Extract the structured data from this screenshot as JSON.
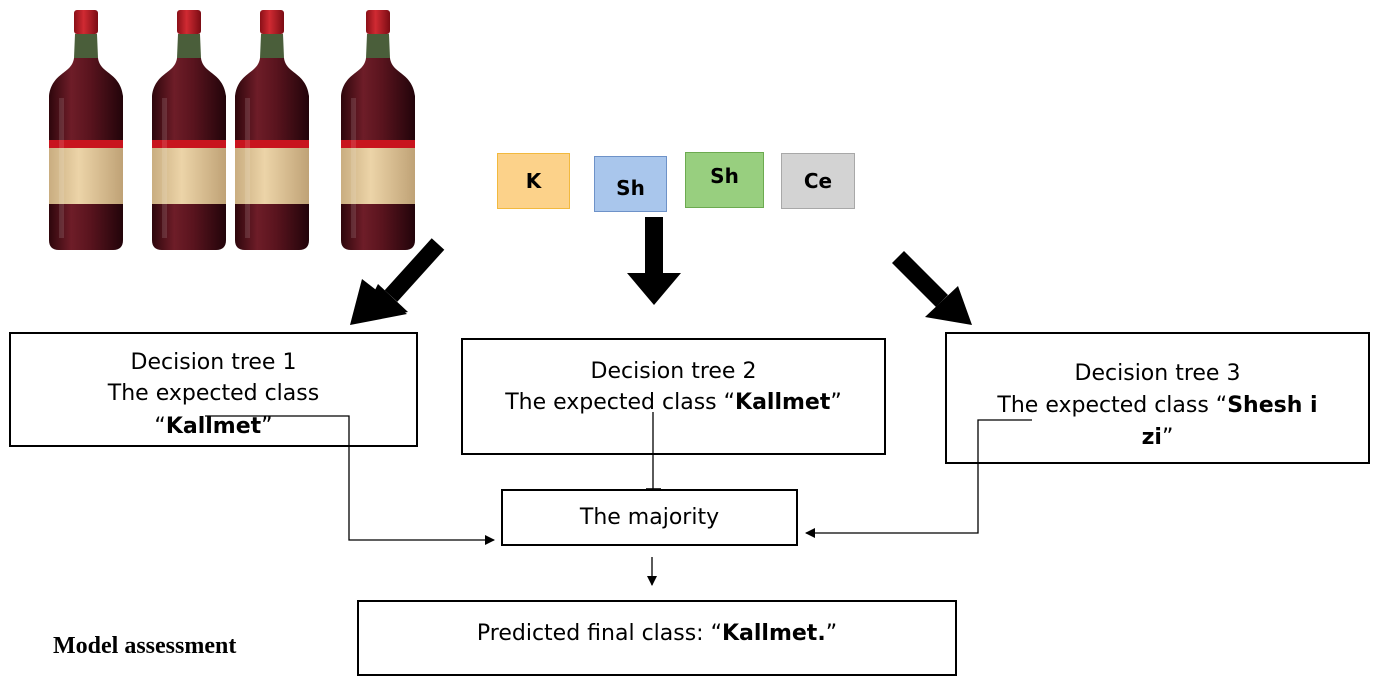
{
  "features": [
    {
      "label": "K",
      "color": "#fcd28a",
      "border": "#f2b93e"
    },
    {
      "label": "Sh",
      "color": "#a9c6ec",
      "border": "#6e92c8"
    },
    {
      "label": "Sh",
      "color": "#98cf7f",
      "border": "#6caa50"
    },
    {
      "label": "Ce",
      "color": "#d3d3d3",
      "border": "#a8a8a8"
    }
  ],
  "trees": [
    {
      "title": "Decision tree 1",
      "prefix": "The expected class",
      "open_quote": "“",
      "class_name": "Kallmet",
      "close_quote": "”"
    },
    {
      "title": "Decision tree 2",
      "prefix": "The expected class “",
      "class_name": "Kallmet",
      "close_quote": "”"
    },
    {
      "title": "Decision tree 3",
      "prefix": "The expected class “",
      "class_name_part1": "Shesh i",
      "class_name_part2": "zi",
      "close_quote": "”"
    }
  ],
  "majority": {
    "label": "The majority"
  },
  "final": {
    "prefix": "Predicted final class: “",
    "class_name": "Kallmet.",
    "close_quote": "”"
  },
  "caption": "Model assessment",
  "colors": {
    "bottle_body": "#5e1620",
    "bottle_label": "#e2c69a",
    "bottle_neck": "#3a5a3a",
    "bottle_band": "#c8141e"
  }
}
